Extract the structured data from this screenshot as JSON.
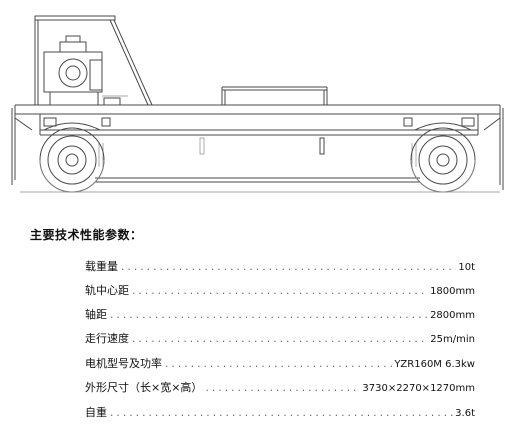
{
  "heading": "主要技术性能参数：",
  "specs": [
    {
      "label": "载重量",
      "value": "10t"
    },
    {
      "label": "轨中心距",
      "value": "1800mm"
    },
    {
      "label": "轴距",
      "value": "2800mm"
    },
    {
      "label": "走行速度",
      "value": "25m/min"
    },
    {
      "label": "电机型号及功率",
      "value": "YZR160M 6.3kw"
    },
    {
      "label": "外形尺寸（长×宽×高）",
      "value": "3730×2270×1270mm"
    },
    {
      "label": "自重",
      "value": "3.6t"
    }
  ],
  "leader_dots": "...................................................................................................................."
}
